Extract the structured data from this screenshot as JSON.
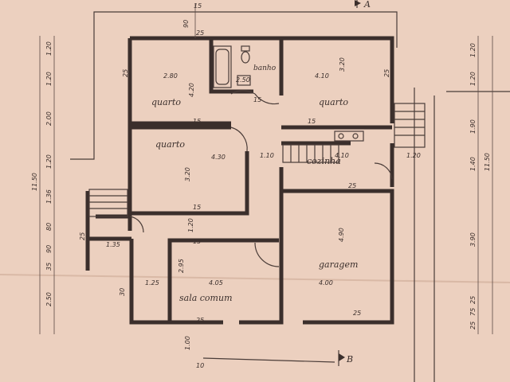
{
  "section_markers": {
    "a": "A",
    "b": "B"
  },
  "rooms": {
    "quarto_1": "quarto",
    "quarto_2": "quarto",
    "quarto_3": "quarto",
    "banho": "banho",
    "cozinha": "cozinha",
    "garagem": "garagem",
    "sala_comum": "sala comum"
  },
  "dims": {
    "top_15": "15",
    "top_90": "90",
    "top_25": "25",
    "q1_w": "2.80",
    "q1_h": "4.20",
    "q2_w": "4.10",
    "q2_h": "3.20",
    "banho_w": "2.50",
    "q3_w": "4.30",
    "q3_h": "3.20",
    "coz_w": "4.10",
    "coz_110": "1.10",
    "coz_120": "1.20",
    "gar_h": "4.90",
    "gar_w": "4.00",
    "sala_w": "4.05",
    "sala_h": "2.95",
    "hall_120": "1.20",
    "p135": "1.35",
    "p125": "1.25",
    "wall15_a": "15",
    "wall15_b": "15",
    "wall15_c": "15",
    "wall15_d": "15",
    "wall15_e": "15",
    "wall25_a": "25",
    "wall25_b": "25",
    "wall25_c": "25",
    "wall25_d": "25",
    "wall25_e": "25",
    "left_120a": "1.20",
    "left_120b": "1.20",
    "left_200": "2.00",
    "left_120c": "1.20",
    "left_136": "1.36",
    "left_80": "80",
    "left_90": "90",
    "left_35": "35",
    "left_250": "2.50",
    "left_total": "11.50",
    "right_120a": "1.20",
    "right_120b": "1.20",
    "right_190": "1.90",
    "right_140": "1.40",
    "right_390": "3.90",
    "right_25a": "25",
    "right_75": "75",
    "right_25b": "25",
    "right_total": "11.50",
    "bottom_10": "10",
    "bottom_100": "1.00",
    "left_30": "30",
    "left_25": "25"
  }
}
